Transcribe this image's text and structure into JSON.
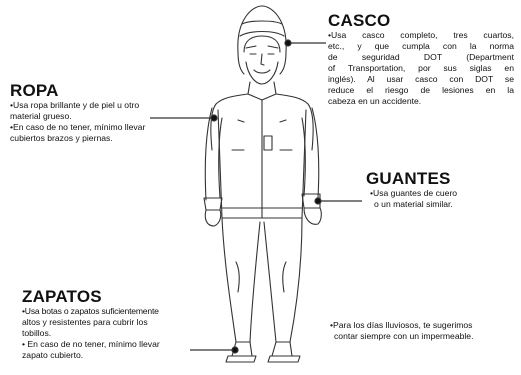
{
  "sections": {
    "casco": {
      "title": "CASCO",
      "lines": [
        "•Usa casco completo, tres cuartos,",
        "etc., y que cumpla con la norma",
        "de seguridad DOT (Department",
        "of Transportation, por sus siglas en",
        "inglés). Al usar casco con DOT se",
        "reduce el riesgo de lesiones en la",
        "cabeza en un accidente."
      ]
    },
    "ropa": {
      "title": "ROPA",
      "lines": [
        "•Usa ropa brillante y de piel u otro",
        "material grueso.",
        "•En caso de no tener, mínimo llevar",
        "cubiertos brazos y piernas."
      ]
    },
    "guantes": {
      "title": "GUANTES",
      "lines": [
        "•Usa guantes de cuero",
        "o un material similar."
      ]
    },
    "zapatos": {
      "title": "ZAPATOS",
      "lines": [
        "•Usa botas o zapatos suficientemente",
        "altos y resistentes para cubrir los",
        "tobillos.",
        "• En caso de no tener, mínimo llevar",
        "zapato cubierto."
      ]
    }
  },
  "note": {
    "lines": [
      "•Para los días lluviosos, te sugerimos",
      "contar siempre con un impermeable."
    ]
  },
  "colors": {
    "ink": "#111111",
    "line": "#333333",
    "background": "#ffffff"
  }
}
